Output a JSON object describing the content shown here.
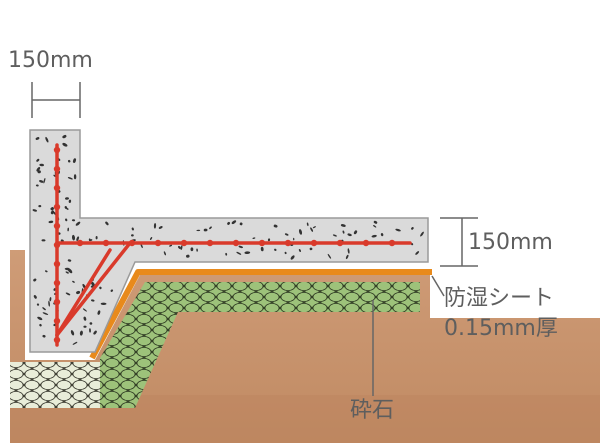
{
  "labels": {
    "top_dimension": "150mm",
    "right_dimension": "150mm",
    "sheet_line1": "防湿シート",
    "sheet_line2": "0.15mm厚",
    "gravel": "砕石"
  },
  "colors": {
    "soil": "#c7926b",
    "soil_dark": "#b27b56",
    "concrete": "#d9d9d9",
    "rebar": "#d93a2b",
    "sheet": "#e88a1c",
    "gravel_fill": "#8fb46a",
    "text": "#5e5e5e"
  }
}
